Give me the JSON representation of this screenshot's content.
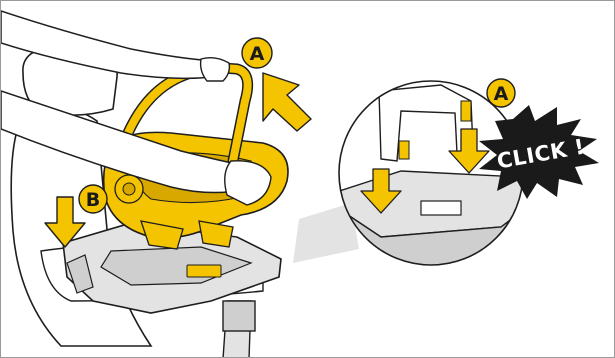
{
  "colors": {
    "yellow": "#f4c400",
    "yellow_dark": "#d9a800",
    "grey_fill": "#e3e3e3",
    "grey_mid": "#cfcfcf",
    "line": "#1e1e1e",
    "burst": "#1a1a1a"
  },
  "labels": {
    "badge_a_left": "A",
    "badge_b_left": "B",
    "badge_a_right": "A",
    "click": "CLICK !"
  },
  "icons": [
    "down-arrow",
    "diagonal-arrow",
    "starburst"
  ]
}
